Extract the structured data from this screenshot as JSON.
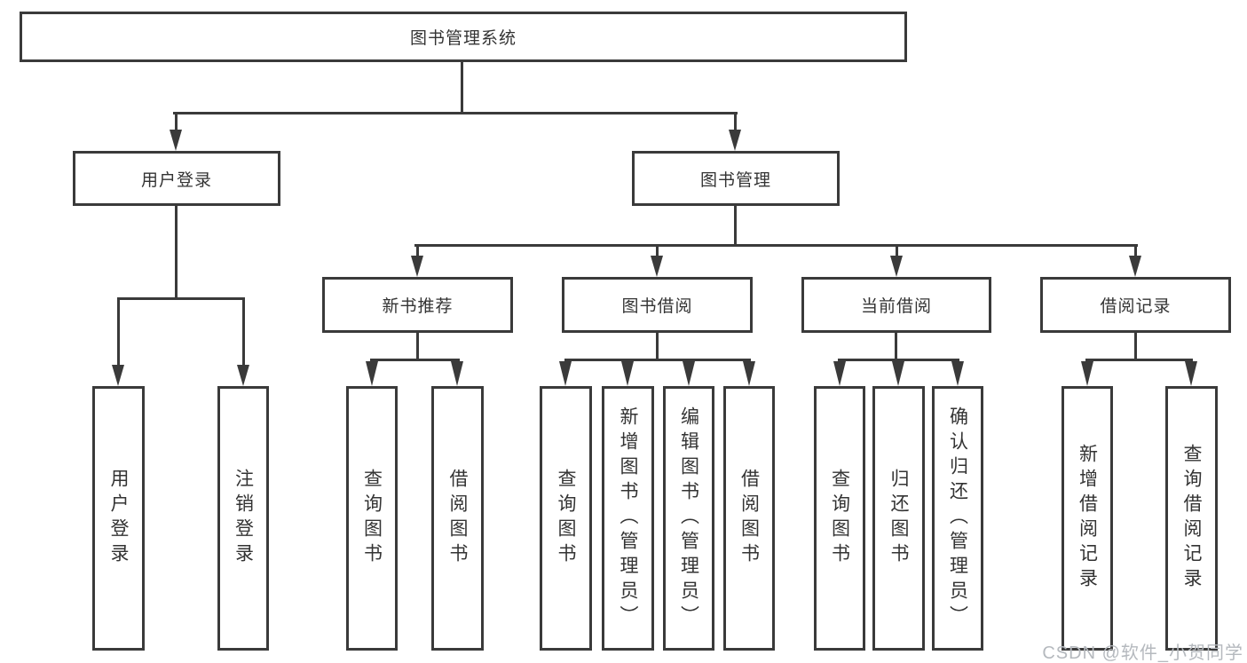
{
  "diagram": {
    "root": {
      "label": "图书管理系统"
    },
    "level2": [
      {
        "id": "user-login",
        "label": "用户登录"
      },
      {
        "id": "book-management",
        "label": "图书管理"
      }
    ],
    "level3": [
      {
        "id": "new-book-recommend",
        "label": "新书推荐",
        "parent": "book-management"
      },
      {
        "id": "book-borrowing",
        "label": "图书借阅",
        "parent": "book-management"
      },
      {
        "id": "current-borrowing",
        "label": "当前借阅",
        "parent": "book-management"
      },
      {
        "id": "borrowing-records",
        "label": "借阅记录",
        "parent": "book-management"
      }
    ],
    "leaves": [
      {
        "label": "用户登录",
        "parent": "user-login"
      },
      {
        "label": "注销登录",
        "parent": "user-login"
      },
      {
        "label": "查询图书",
        "parent": "new-book-recommend"
      },
      {
        "label": "借阅图书",
        "parent": "new-book-recommend"
      },
      {
        "label": "查询图书",
        "parent": "book-borrowing"
      },
      {
        "label": "新增图书（管理员）",
        "parent": "book-borrowing"
      },
      {
        "label": "编辑图书（管理员）",
        "parent": "book-borrowing"
      },
      {
        "label": "借阅图书",
        "parent": "book-borrowing"
      },
      {
        "label": "查询图书",
        "parent": "current-borrowing"
      },
      {
        "label": "归还图书",
        "parent": "current-borrowing"
      },
      {
        "label": "确认归还（管理员）",
        "parent": "current-borrowing"
      },
      {
        "label": "新增借阅记录",
        "parent": "borrowing-records"
      },
      {
        "label": "查询借阅记录",
        "parent": "borrowing-records"
      }
    ]
  },
  "watermark": {
    "text": "CSDN @软件_小贺同学"
  },
  "colors": {
    "line": "#3a3a3a",
    "text": "#333333",
    "background": "#ffffff",
    "watermark": "#b5b9be"
  }
}
